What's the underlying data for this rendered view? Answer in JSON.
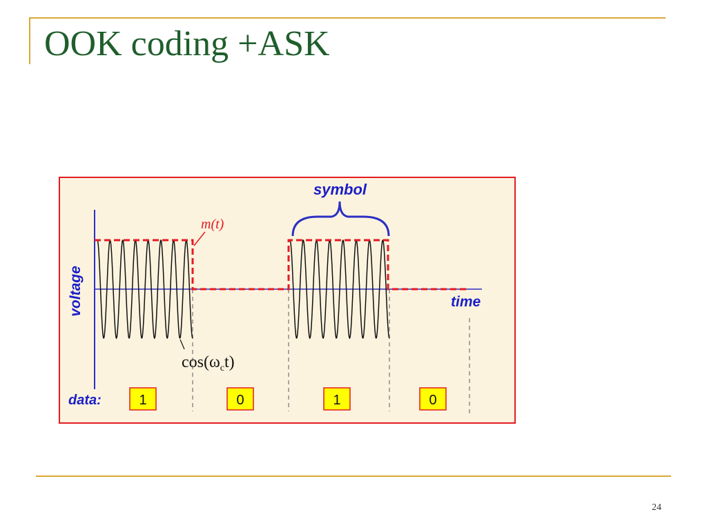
{
  "slide": {
    "title": "OOK coding +ASK",
    "page_number": "24"
  },
  "figure": {
    "labels": {
      "symbol": "symbol",
      "message": "m(t)",
      "carrier": "cos(ω",
      "carrier_sub": "c",
      "carrier_tail": "t)",
      "y_axis": "voltage",
      "x_axis": "time",
      "data_prefix": "data:"
    },
    "bits": [
      "1",
      "0",
      "1",
      "0"
    ],
    "colors": {
      "panel_bg": "#fcf3de",
      "panel_border": "#e31b23",
      "axis": "#2b2fc4",
      "label_blue": "#1a1ec8",
      "envelope": "#e31b23",
      "carrier": "#111111",
      "bit_box": "#ffff00"
    }
  }
}
